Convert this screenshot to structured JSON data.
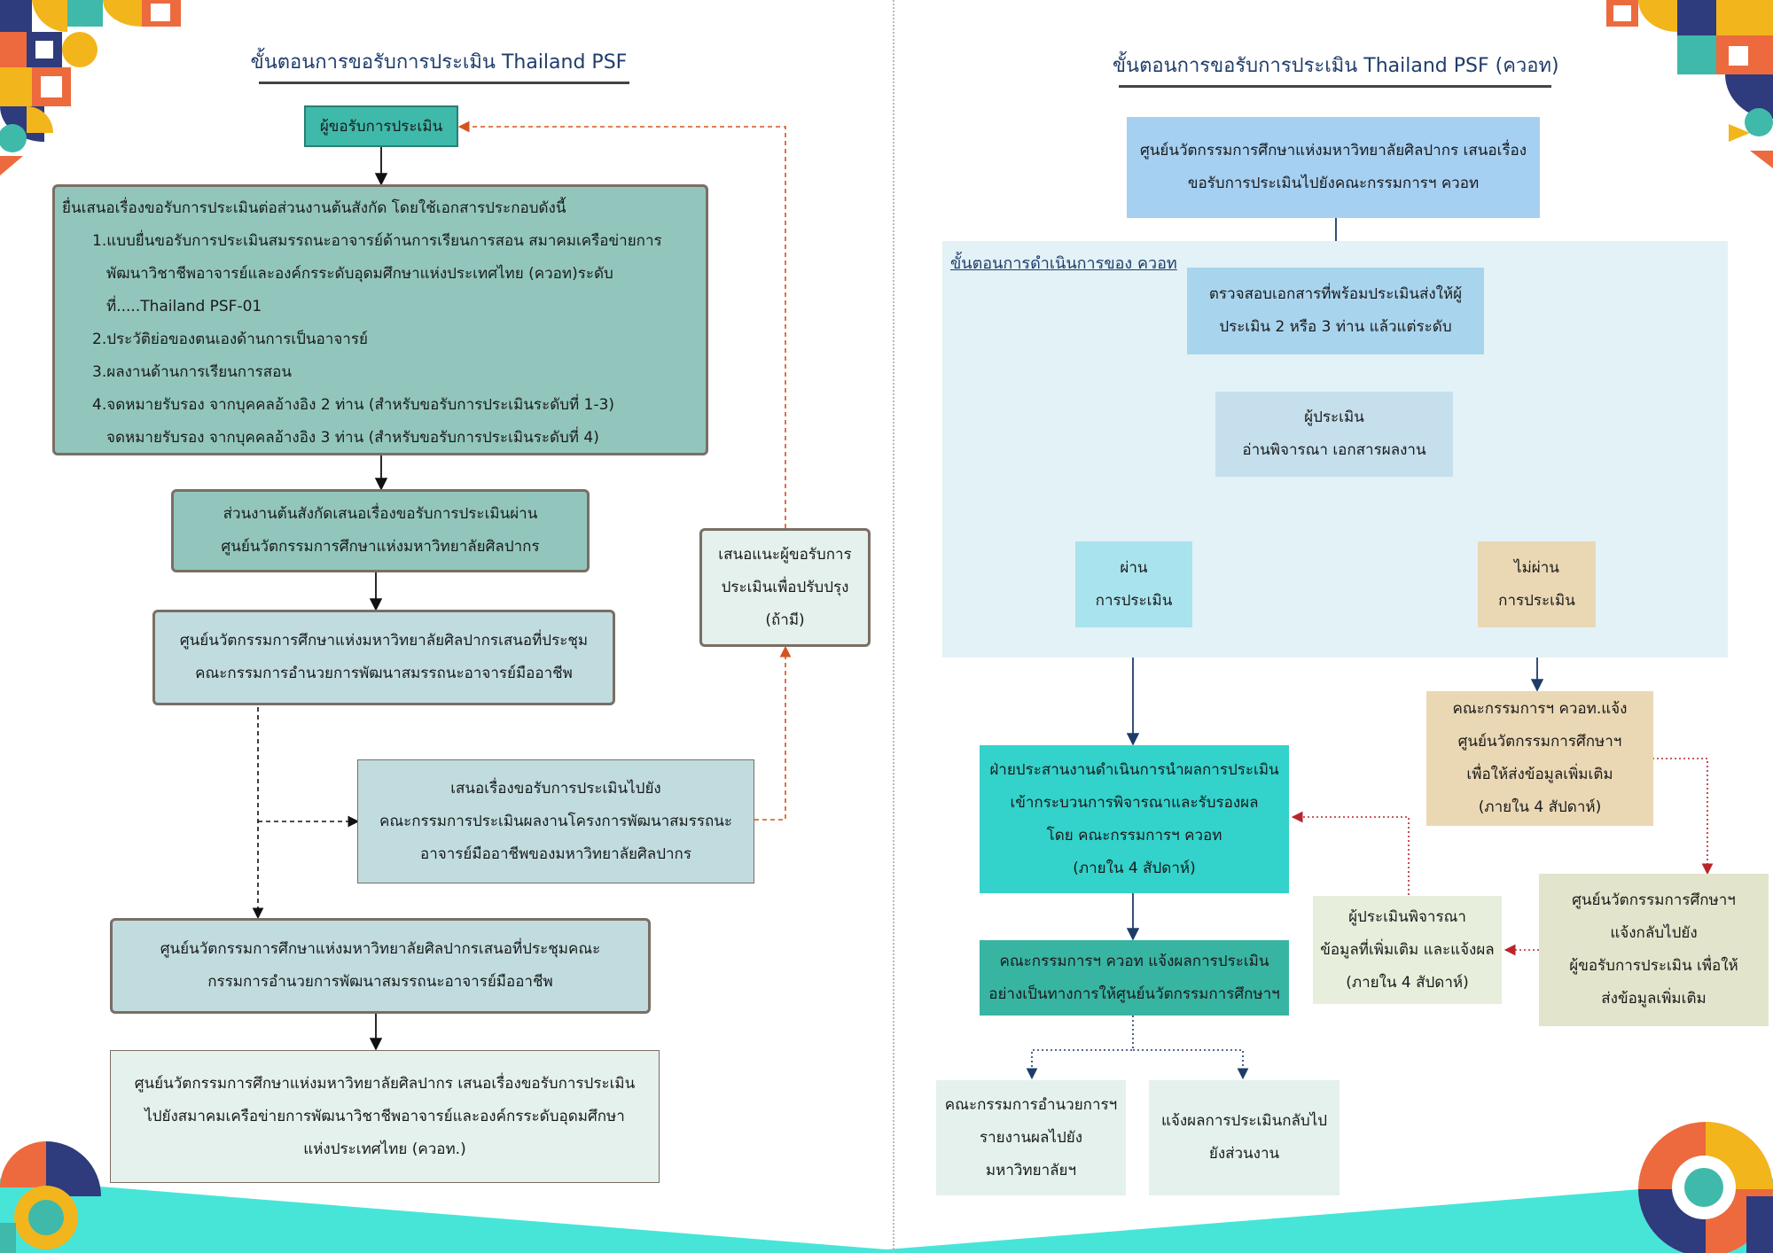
{
  "colors": {
    "teal": "#3fb9aa",
    "teal_dark": "#38b4a3",
    "green_light": "#92c6bd",
    "gray_blue": "#c1dcdf",
    "pale_green": "#e4f1ec",
    "blue": "#a6d0f2",
    "blue_mid": "#a9d4ee",
    "blue_soft": "#c5dfec",
    "panel": "#e3f2f6",
    "cyan_light": "#a9e3ee",
    "tan": "#ead8b5",
    "turquoise": "#33d2cb",
    "olive_light": "#e7efdc",
    "olive": "#e2e5cb",
    "bottom_band": "#47e5d8",
    "orange_line": "#d4541f",
    "navy_line": "#1e3c68",
    "red_line": "#b8252a"
  },
  "left": {
    "title": "ขั้นตอนการขอรับการประเมิน Thailand PSF",
    "applicant": "ผู้ขอรับการประเมิน",
    "submit": {
      "heading": "ยื่นเสนอเรื่องขอรับการประเมินต่อส่วนงานต้นสังกัด โดยใช้เอกสารประกอบดังนี้",
      "items": [
        {
          "num": "1.",
          "lines": [
            "แบบยื่นขอรับการประเมินสมรรถนะอาจารย์ด้านการเรียนการสอน สมาคมเครือข่ายการ",
            "พัฒนาวิชาชีพอาจารย์และองค์กรระดับอุดมศึกษาแห่งประเทศไทย (ควอท)ระดับ",
            "ที่.....Thailand PSF-01"
          ]
        },
        {
          "num": "2.",
          "lines": [
            "ประวัติย่อของตนเองด้านการเป็นอาจารย์"
          ]
        },
        {
          "num": "3.",
          "lines": [
            "ผลงานด้านการเรียนการสอน"
          ]
        },
        {
          "num": "4.",
          "lines": [
            "จดหมายรับรอง จากบุคคลอ้างอิง 2 ท่าน (สำหรับขอรับการประเมินระดับที่ 1-3)",
            "จดหมายรับรอง จากบุคคลอ้างอิง 3 ท่าน (สำหรับขอรับการประเมินระดับที่ 4)"
          ]
        }
      ]
    },
    "unit": [
      "ส่วนงานต้นสังกัดเสนอเรื่องขอรับการประเมินผ่าน",
      "ศูนย์นวัตกรรมการศึกษาแห่งมหาวิทยาลัยศิลปากร"
    ],
    "center_meeting": [
      "ศูนย์นวัตกรรมการศึกษาแห่งมหาวิทยาลัยศิลปากรเสนอที่ประชุม",
      "คณะกรรมการอำนวยการพัฒนาสมรรถนะอาจารย์มืออาชีพ"
    ],
    "propose": [
      "เสนอเรื่องขอรับการประเมินไปยัง",
      "คณะกรรมการประเมินผลงานโครงการพัฒนาสมรรถนะ",
      "อาจารย์มืออาชีพของมหาวิทยาลัยศิลปากร"
    ],
    "suggest": [
      "เสนอแนะผู้ขอรับการ",
      "ประเมินเพื่อปรับปรุง",
      "(ถ้ามี)"
    ],
    "center_meeting2": [
      "ศูนย์นวัตกรรมการศึกษาแห่งมหาวิทยาลัยศิลปากรเสนอที่ประชุมคณะ",
      "กรรมการอำนวยการพัฒนาสมรรถนะอาจารย์มืออาชีพ"
    ],
    "send": [
      "ศูนย์นวัตกรรมการศึกษาแห่งมหาวิทยาลัยศิลปากร เสนอเรื่องขอรับการประเมิน",
      "ไปยังสมาคมเครือข่ายการพัฒนาวิชาชีพอาจารย์และองค์กรระดับอุดมศึกษา",
      "แห่งประเทศไทย (ควอท.)"
    ]
  },
  "right": {
    "title": "ขั้นตอนการขอรับการประเมิน Thailand PSF (ควอท)",
    "top": [
      "ศูนย์นวัตกรรมการศึกษาแห่งมหาวิทยาลัยศิลปากร เสนอเรื่อง",
      "ขอรับการประเมินไปยังคณะกรรมการฯ ควอท"
    ],
    "panel_label": "ขั้นตอนการดำเนินการของ ควอท",
    "check": [
      "ตรวจสอบเอกสารที่พร้อมประเมินส่งให้ผู้",
      "ประเมิน 2 หรือ 3 ท่าน แล้วแต่ระดับ"
    ],
    "assessor": [
      "ผู้ประเมิน",
      "อ่านพิจารณา เอกสารผลงาน"
    ],
    "pass": [
      "ผ่าน",
      "การประเมิน"
    ],
    "fail": [
      "ไม่ผ่าน",
      "การประเมิน"
    ],
    "coord": [
      "ฝ่ายประสานงานดำเนินการนำผลการประเมิน",
      "เข้ากระบวนการพิจารณาและรับรองผล",
      "โดย คณะกรรมการฯ ควอท",
      "(ภายใน 4 สัปดาห์)"
    ],
    "notify_center": [
      "คณะกรรมการฯ ควอท.แจ้ง",
      "ศูนย์นวัตกรรมการศึกษาฯ",
      "เพื่อให้ส่งข้อมูลเพิ่มเติม",
      "(ภายใน 4 สัปดาห์)"
    ],
    "assessor_more": [
      "ผู้ประเมินพิจารณา",
      "ข้อมูลที่เพิ่มเติม และแจ้งผล",
      "(ภายใน 4 สัปดาห์)"
    ],
    "center_notify": [
      "ศูนย์นวัตกรรมการศึกษาฯ",
      "แจ้งกลับไปยัง",
      "ผู้ขอรับการประเมิน เพื่อให้",
      "ส่งข้อมูลเพิ่มเติม"
    ],
    "official": [
      "คณะกรรมการฯ ควอท แจ้งผลการประเมิน",
      "อย่างเป็นทางการให้ศูนย์นวัตกรรมการศึกษาฯ"
    ],
    "report": [
      "คณะกรรมการอำนวยการฯ",
      "รายงานผลไปยัง",
      "มหาวิทยาลัยฯ"
    ],
    "inform": [
      "แจ้งผลการประเมินกลับไป",
      "ยังส่วนงาน"
    ]
  }
}
